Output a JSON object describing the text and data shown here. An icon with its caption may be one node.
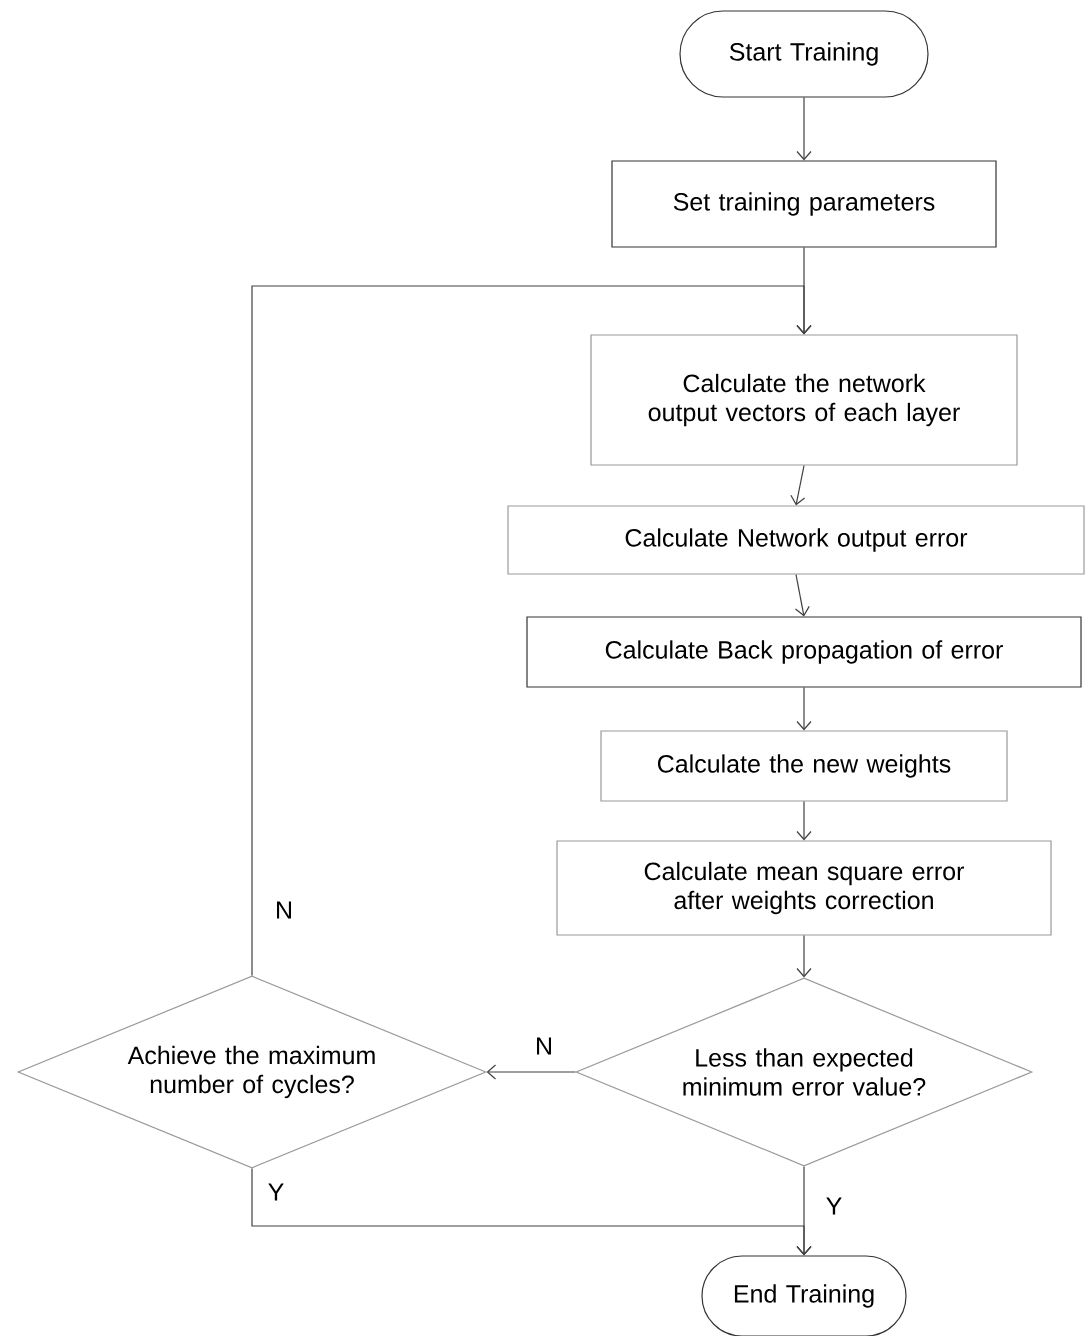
{
  "diagram": {
    "nodes": [
      {
        "text": [
          "Start Training"
        ]
      },
      {
        "text": [
          "Set training parameters"
        ]
      },
      {
        "text": [
          "Calculate the network output vectors of each layer"
        ]
      },
      {
        "text": [
          "Calculate Network output error"
        ]
      },
      {
        "text": [
          "Calculate Back propagation of error"
        ]
      },
      {
        "text": [
          "Calculate the new weights"
        ]
      },
      {
        "text": [
          "Calculate mean square error after weights correction"
        ]
      },
      {
        "text": [
          "Less than expected minimum error value?"
        ]
      },
      {
        "text": [
          "Achieve the maximum number of cycles?"
        ]
      },
      {
        "text": [
          "End Training"
        ]
      }
    ],
    "edges": [
      {
        "from": 0,
        "to": 1,
        "arrow": "to"
      },
      {
        "from": 1,
        "to": 2,
        "arrow": "to"
      },
      {
        "from": 2,
        "to": 3,
        "arrow": "to"
      },
      {
        "from": 3,
        "to": 4,
        "arrow": "to"
      },
      {
        "from": 4,
        "to": 5,
        "arrow": "to"
      },
      {
        "from": 5,
        "to": 6,
        "arrow": "to"
      },
      {
        "from": 6,
        "to": 7,
        "arrow": "to"
      },
      {
        "from": 7,
        "to": 8,
        "arrow": "to",
        "label": "N"
      },
      {
        "from": 7,
        "to": 9,
        "arrow": "to",
        "label": "Y"
      },
      {
        "from": 8,
        "to": 9,
        "arrow": "to",
        "label": "Y"
      },
      {
        "from": 8,
        "to": 2,
        "arrow": "to",
        "label": "N"
      }
    ]
  }
}
